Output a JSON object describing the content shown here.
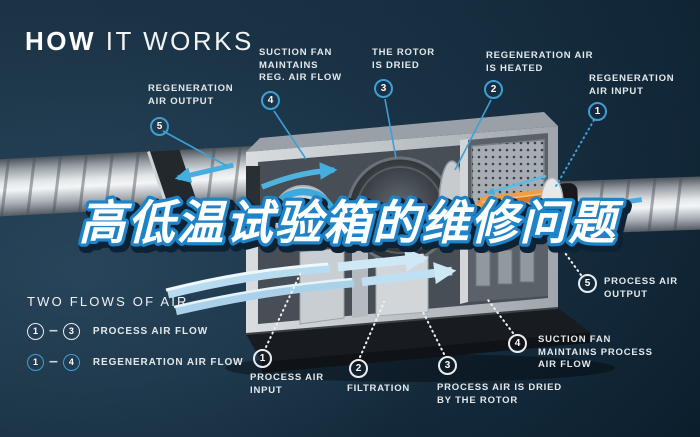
{
  "title": {
    "bold": "HOW",
    "light": "IT WORKS"
  },
  "headline": {
    "text": "高低温试验箱的维修问题"
  },
  "colors": {
    "background": "#12293a",
    "accent_blue": "#3f9fd4",
    "headline_fill": "#ffffff",
    "headline_outline": "#1e84c7",
    "heater_orange": "#f2923c",
    "flow_light_blue": "#bfe0f2"
  },
  "regeneration_labels": [
    {
      "step": "5",
      "line1": "REGENERATION",
      "line2": "AIR OUTPUT",
      "line3": ""
    },
    {
      "step": "4",
      "line1": "SUCTION FAN",
      "line2": "MAINTAINS",
      "line3": "REG. AIR FLOW"
    },
    {
      "step": "3",
      "line1": "THE ROTOR",
      "line2": "IS DRIED",
      "line3": ""
    },
    {
      "step": "2",
      "line1": "REGENERATION AIR",
      "line2": "IS HEATED",
      "line3": ""
    },
    {
      "step": "1",
      "line1": "REGENERATION",
      "line2": "AIR INPUT",
      "line3": ""
    }
  ],
  "process_labels": [
    {
      "step": "1",
      "line1": "PROCESS AIR",
      "line2": "INPUT",
      "line3": ""
    },
    {
      "step": "2",
      "line1": "FILTRATION",
      "line2": "",
      "line3": ""
    },
    {
      "step": "3",
      "line1": "PROCESS AIR IS DRIED",
      "line2": "BY THE ROTOR",
      "line3": ""
    },
    {
      "step": "4",
      "line1": "SUCTION FAN",
      "line2": "MAINTAINS PROCESS",
      "line3": "AIR FLOW"
    },
    {
      "step": "5",
      "line1": "PROCESS AIR",
      "line2": "OUTPUT",
      "line3": ""
    }
  ],
  "legend": {
    "title": "TWO FLOWS OF AIR",
    "rows": [
      {
        "from": "1",
        "to": "3",
        "dash": "–",
        "label": "PROCESS AIR FLOW"
      },
      {
        "from": "1",
        "to": "4",
        "dash": "–",
        "label": "REGENERATION AIR FLOW"
      }
    ]
  }
}
